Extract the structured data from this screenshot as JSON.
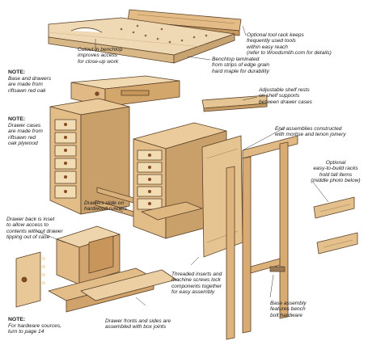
{
  "callouts": {
    "tool_rack": "Optional tool rack keeps\nfrequently used tools\nwithin easy reach\n(refer to Woodsmith.com for details)",
    "cutout": "Cutout in benchtop\nimproves access\nfor close-up work",
    "benchtop": "Benchtop laminated\nfrom strips of edge grain\nhard maple for durability",
    "shelf_rests": "Adjustable shelf rests\non shelf supports\nbetween drawer cases",
    "end_assemblies": "End assemblies constructed\nwith mortise and tenon joinery",
    "easy_racks": "Optional\neasy-to-build racks\nhold tall items\n(middle photo below)",
    "runners": "Drawers slide on\nhardwood runners",
    "drawer_back": "Drawer back is inset\nto allow access to\ncontents without drawer\ntipping out of case",
    "threaded": "Threaded inserts and\nmachine screws lock\ncomponents together\nfor easy assembly",
    "bolt": "Base assembly\nfeatures bench\nbolt hardware",
    "box_joints": "Drawer fronts and sides are\nassembled with box joints"
  },
  "notes": [
    {
      "head": "NOTE:",
      "body": "Base and drawers\nare made from\nriftsawn red oak"
    },
    {
      "head": "NOTE:",
      "body": "Drawer cases\nare made from\nriftsawn red\noak plywood"
    },
    {
      "head": "NOTE:",
      "body": "For hardware sources,\nturn to page 14"
    }
  ],
  "colors": {
    "wood_light": "#e8c89a",
    "wood_mid": "#d9ad74",
    "wood_dark": "#b98a52",
    "maple_top": "#efd9b4",
    "pull": "#8a4a22",
    "outline": "#5a4028"
  }
}
